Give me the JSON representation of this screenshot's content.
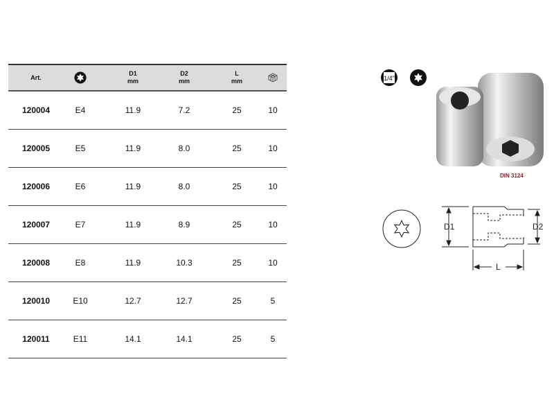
{
  "table": {
    "headers": [
      {
        "l1": "Art.",
        "l2": ""
      },
      {
        "icon": "torx-icon"
      },
      {
        "l1": "D1",
        "l2": "mm"
      },
      {
        "l1": "D2",
        "l2": "mm"
      },
      {
        "l1": "L",
        "l2": "mm"
      },
      {
        "icon": "package-icon"
      }
    ],
    "rows": [
      [
        "120004",
        "E4",
        "11.9",
        "7.2",
        "25",
        "10"
      ],
      [
        "120005",
        "E5",
        "11.9",
        "8.0",
        "25",
        "10"
      ],
      [
        "120006",
        "E6",
        "11.9",
        "8.0",
        "25",
        "10"
      ],
      [
        "120007",
        "E7",
        "11.9",
        "8.9",
        "25",
        "10"
      ],
      [
        "120008",
        "E8",
        "11.9",
        "10.3",
        "25",
        "10"
      ],
      [
        "120010",
        "E10",
        "12.7",
        "12.7",
        "25",
        "5"
      ],
      [
        "120011",
        "E11",
        "14.1",
        "14.1",
        "25",
        "5"
      ]
    ]
  },
  "badges": {
    "drive": "1/4\""
  },
  "standard": "DIN 3124",
  "diagram": {
    "d1": "D1",
    "d2": "D2",
    "l": "L"
  },
  "colors": {
    "header_bg": "#dcdcdc",
    "standard": "#8b1a2b"
  }
}
